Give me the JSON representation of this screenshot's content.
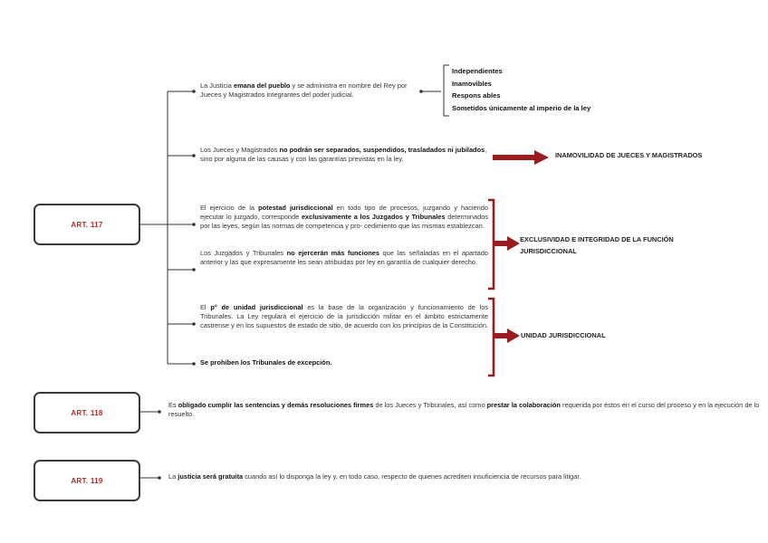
{
  "articles": [
    {
      "label": "ART. 117"
    },
    {
      "label": "ART. 118"
    },
    {
      "label": "ART. 119"
    }
  ],
  "art117": {
    "item1": {
      "p1": "La Justicia ",
      "b1": "emana del pueblo",
      "p2": " y se administra en nombre del Rey por Jueces y Magistrados integrantes del poder judicial."
    },
    "bullets": [
      "Independientes",
      "Inamovibles",
      "Respons ables",
      "Sometidos únicamente al imperio de la ley"
    ],
    "item2": {
      "p1": "Los Jueces y Magistrados ",
      "b1": "no podrán ser separados, suspendidos, trasladados ni jubilados",
      "p2": ", sino por alguna de las causas y con las garantías previstas en la ley."
    },
    "item3": {
      "p1": "El ejercicio de la ",
      "b1": "potestad jurisdiccional",
      "p2": " en todo tipo de procesos, juzgando y haciendo ejecutar lo juzgado, corresponde ",
      "b2": "exclusivamente a los Juzgados y Tribunales",
      "p3": " determinados por las leyes, según las normas de competencia y pro- cedimiento que las mismas establezcan."
    },
    "item4": {
      "p1": "Los Juzgados y Tribunales ",
      "b1": "no ejercerán más funciones",
      "p2": " que las señaladas en el apartado anterior y las que expresamente les sean atribuidas por ley en garantía de cualquier derecho."
    },
    "item5": {
      "p1": "El ",
      "b1": "p° de unidad jurisdiccional",
      "p2": " es la base de la organización y funcionamiento de los Tribunales. La Ley regulará el ejercicio de la jurisdicción militar en el ámbito estrictamente castrense y en los supuestos de estado de sitio, de acuerdo con los principios de la Constitución."
    },
    "item6": "Se prohíben los Tribunales de excepción.",
    "results": {
      "inamovilidad": "INAMOVILIDAD DE JUECES Y MAGISTRADOS",
      "exclusividad": "EXCLUSIVIDAD E INTEGRIDAD DE LA FUNCIÓN JURISDICCIONAL",
      "unidad": "UNIDAD JURISDICCIONAL"
    }
  },
  "art118": {
    "p1": "Es ",
    "b1": "obligado cumplir las sentencias y demás resoluciones firmes",
    "p2": " de los Jueces y Tribunales, así como ",
    "b2": "prestar la colaboración",
    "p3": " requerida por éstos en el curso del proceso y en la ejecución de lo resuelto."
  },
  "art119": {
    "p1": "La ",
    "b1": "justicia será gratuita",
    "p2": " cuando así lo disponga la ley y, en todo caso, respecto de quienes acrediten insuficiencia de recursos para litigar."
  },
  "colors": {
    "accent": "#9b1c1c",
    "line": "#333333",
    "box_text": "#b22a2a"
  }
}
